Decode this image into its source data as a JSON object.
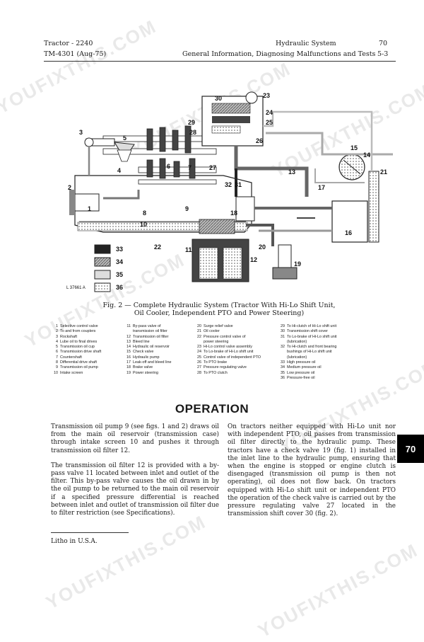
{
  "header": {
    "left_line1": "Tractor - 2240",
    "left_line2": "TM-4301 (Aug-75)",
    "right_line1": "Hydraulic System",
    "right_line2": "General Information, Diagnosing Malfunctions and Tests",
    "page_line1": "70",
    "page_line2": "5-3"
  },
  "figure": {
    "callouts": [
      "1",
      "2",
      "3",
      "4",
      "5",
      "6",
      "7",
      "8",
      "9",
      "10",
      "11",
      "12",
      "13",
      "14",
      "15",
      "16",
      "17",
      "18",
      "19",
      "20",
      "21",
      "22",
      "23",
      "24",
      "25",
      "26",
      "27",
      "28",
      "29",
      "30",
      "31",
      "32"
    ],
    "shade_keys": [
      "33",
      "34",
      "35",
      "36"
    ],
    "figure_id": "L 37661 A",
    "caption_line1": "Fig. 2 — Complete Hydraulic System (Tractor With Hi-Lo Shift Unit,",
    "caption_line2": "Oil Cooler, Independent PTO and Power Steering)"
  },
  "legend": {
    "col1": [
      {
        "n": "1",
        "t": "Selective control valve"
      },
      {
        "n": "2",
        "t": "To and from couplers"
      },
      {
        "n": "3",
        "t": "Rockshaft"
      },
      {
        "n": "4",
        "t": "Lube oil to final drives"
      },
      {
        "n": "5",
        "t": "Transmission oil cup"
      },
      {
        "n": "6",
        "t": "Transmission drive shaft"
      },
      {
        "n": "7",
        "t": "Countershaft"
      },
      {
        "n": "8",
        "t": "Differential drive shaft"
      },
      {
        "n": "9",
        "t": "Transmission oil pump"
      },
      {
        "n": "10",
        "t": "Intake screen"
      }
    ],
    "col2": [
      {
        "n": "11",
        "t": "By-pass valve of"
      },
      {
        "n": "",
        "t": "transmission oil filter"
      },
      {
        "n": "12",
        "t": "Transmission oil filter"
      },
      {
        "n": "13",
        "t": "Bleed line"
      },
      {
        "n": "14",
        "t": "Hydraulic oil reservoir"
      },
      {
        "n": "15",
        "t": "Check valve"
      },
      {
        "n": "16",
        "t": "Hydraulic pump"
      },
      {
        "n": "17",
        "t": "Leak-off and bleed line"
      },
      {
        "n": "18",
        "t": "Brake valve"
      },
      {
        "n": "19",
        "t": "Power steering"
      }
    ],
    "col3": [
      {
        "n": "20",
        "t": "Surge relief valve"
      },
      {
        "n": "21",
        "t": "Oil cooler"
      },
      {
        "n": "22",
        "t": "Pressure control valve of"
      },
      {
        "n": "",
        "t": "power steering"
      },
      {
        "n": "23",
        "t": "Hi-Lo control valve assembly"
      },
      {
        "n": "24",
        "t": "To Lo-brake of Hi-Lo shift unit"
      },
      {
        "n": "25",
        "t": "Control valve of independent PTO"
      },
      {
        "n": "26",
        "t": "To PTO brake"
      },
      {
        "n": "27",
        "t": "Pressure regulating valve"
      },
      {
        "n": "28",
        "t": "To PTO clutch"
      }
    ],
    "col4": [
      {
        "n": "29",
        "t": "To Hi-clutch of Hi-Lo shift unit"
      },
      {
        "n": "30",
        "t": "Transmission shift cover"
      },
      {
        "n": "31",
        "t": "To Lo-brake of Hi-Lo shift unit"
      },
      {
        "n": "",
        "t": "(lubrication)"
      },
      {
        "n": "32",
        "t": "To Hi-clutch and front bearing"
      },
      {
        "n": "",
        "t": "bushings of Hi-Lo shift unit"
      },
      {
        "n": "",
        "t": "(lubrication)"
      },
      {
        "n": "33",
        "t": "High pressure oil"
      },
      {
        "n": "34",
        "t": "Medium pressure oil"
      },
      {
        "n": "35",
        "t": "Low pressure oil"
      },
      {
        "n": "36",
        "t": "Pressure-free oil"
      }
    ]
  },
  "operation": {
    "title": "OPERATION",
    "left_p1": "Transmission oil pump 9 (see figs. 1 and 2) draws oil from the main oil reservoir (transmission case) through intake screen 10 and pushes it through transmission oil filter 12.",
    "left_p2": "The transmission oil filter 12 is provided with a by-pass valve 11 located between inlet and outlet of the filter. This by-pass valve causes the oil drawn in by the oil pump to be returned to the main oil reservoir if a specified pressure differential is reached between inlet and outlet of transmission oil filter due to filter restriction (see Specifications).",
    "right_p1": "On tractors neither equipped with Hi-Lo unit nor with independent PTO, oil passes from transmission oil filter directly to the hydraulic pump. These tractors have a check valve 19 (fig. 1) installed in the inlet line to the hydraulic pump, ensuring that when the engine is stopped or engine clutch is disengaged (transmission oil pump is then not operating), oil does not flow back. On tractors equipped with Hi-Lo shift unit or independent PTO the operation of the check valve is carried out by the pressure regulating valve 27 located in the transmission shift cover 30 (fig. 2)."
  },
  "section_tab": "70",
  "footer": "Litho in U.S.A.",
  "watermark": "YOUFIXTHIS.COM"
}
